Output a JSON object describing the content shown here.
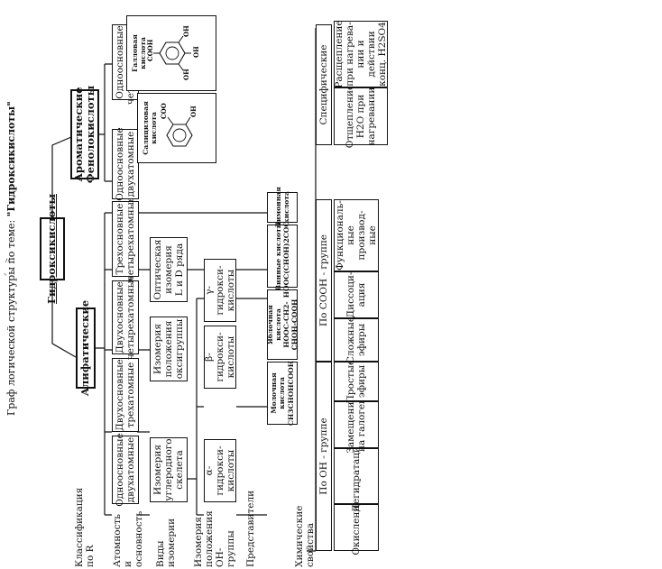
{
  "title": {
    "prefix": "Граф логической структуры по теме: ",
    "topic": "\"Гидроксикислоты\""
  },
  "root": "Гидроксикислоты",
  "branches": {
    "aliphatic": "Алифатические",
    "aromatic": "Ароматические\nФенолокислоты"
  },
  "row_labels": {
    "classification": "Классификация\nпо R",
    "atomicity": "Атомность\nи\nосновность",
    "isomerism": "Виды изомерии",
    "oh_position": "Изомерия\nположения\nОН-группы",
    "representatives": "Представители",
    "chemical": "Химические свойства"
  },
  "atomicity_boxes": [
    "Одноосновные\nдвухатомные",
    "Двухосновные\nтрехатомные",
    "Двухосновные\nчетырехатомные",
    "Трехосновные\nчетырехатомные"
  ],
  "aromatic_boxes": [
    "Одноосновные\nдвухатомные",
    "Одноосновные\nчетырехатомные"
  ],
  "isomerism_boxes": [
    "Изомерия\nуглеродного\nскелета",
    "Изомерия\nположения\nоксигруппы",
    "Оптическая\nизомерия\nL и D ряда"
  ],
  "oh_boxes": [
    "α-гидрокси-\nкислоты",
    "β-гидрокси-\nкислоты",
    "γ-гидрокси-\nкислоты"
  ],
  "representatives": [
    "Молочная кислота\nCH3CHOHCOOH",
    "Яблочная кислота\nHOOC-CH2-CHOH-COOH",
    "Винные кислоты\nHOOC(CHOH)2COOH",
    "Лимонная\nкислота"
  ],
  "aromatic_reps": [
    {
      "name": "Салициловая\nкислота",
      "struct": [
        "COOH",
        "OH"
      ]
    },
    {
      "name": "Галловая\nкислота",
      "struct": [
        "COOH",
        "OH",
        "OH",
        "OH"
      ]
    }
  ],
  "chem_groups": {
    "oh": "По ОН - группе",
    "cooh": "По СООН - группе",
    "specific": "Специфические"
  },
  "chem_items": {
    "oh": [
      "Окисление",
      "Дегидратация",
      "Замещение\nна галоген",
      "Простые\nэфиры"
    ],
    "cooh": [
      "Сложные\nэфиры",
      "Диссоци-\nация",
      "Функциональ-\nные производ-\nные"
    ],
    "specific": [
      "Отщепление\nH2O при\nнагревании",
      "Расщепление\nпри нагрева-\nнии и действии\nконц. H2SO4"
    ]
  },
  "margin_mark": "〃\n、"
}
